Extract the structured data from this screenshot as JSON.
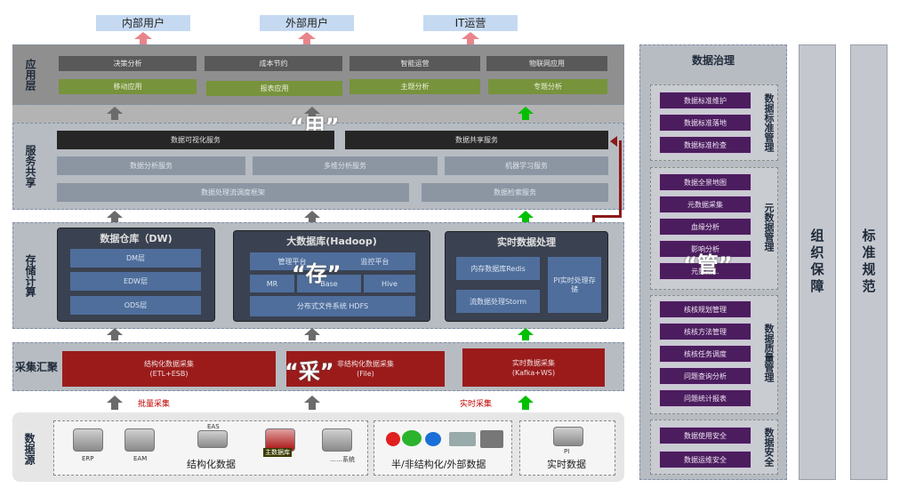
{
  "consumers": [
    "内部用户",
    "外部用户",
    "IT运营"
  ],
  "app_layer": {
    "label": "应用层",
    "row1": [
      "决策分析",
      "成本节约",
      "智能运营",
      "物联网应用"
    ],
    "row2": [
      "移动应用",
      "报表应用",
      "主题分析",
      "专题分析"
    ]
  },
  "service_layer": {
    "label": "服务共享",
    "dark": [
      "数据可视化服务",
      "数据共享服务"
    ],
    "row2": [
      "数据分析服务",
      "多维分析服务",
      "机器学习服务"
    ],
    "row3": [
      "数据处理流调度框架",
      "数据检索服务"
    ]
  },
  "storage_layer": {
    "label": "存储计算",
    "dw": {
      "title": "数据仓库（DW)",
      "items": [
        "DM层",
        "EDW层",
        "ODS层"
      ]
    },
    "hadoop": {
      "title": "大数据库(Hadoop)",
      "row1": [
        "管理平台",
        "监控平台"
      ],
      "row2": [
        "MR",
        "Base",
        "Hive"
      ],
      "row3": "分布式文件系统 HDFS"
    },
    "realtime": {
      "title": "实时数据处理",
      "items": [
        "内存数据库Redis",
        "流数据处理Storm"
      ],
      "side": "PI实时处理存储"
    }
  },
  "collect_layer": {
    "label": "采集汇聚",
    "boxes": [
      "结构化数据采集\n(ETL+ESB)",
      "非结构化数据采集\n(File)",
      "实时数据采集\n(Kafka+WS)"
    ],
    "batch": "批量采集",
    "realtime": "实时采集"
  },
  "source_layer": {
    "label": "数据源",
    "structured": [
      "ERP",
      "EAM",
      "EAS",
      "主数据库",
      "……系统"
    ],
    "structured_label": "结构化数据",
    "semi_label": "半/非结构化/外部数据",
    "pi": "PI",
    "pi_label": "实时数据"
  },
  "quotes": {
    "use": "“用”",
    "store": "“存”",
    "collect": "“采”",
    "manage": "“管”"
  },
  "governance": {
    "title": "数据治理",
    "groups": [
      {
        "name": "数据标准管理",
        "items": [
          "数据标准维护",
          "数据标准落地",
          "数据标准检查"
        ]
      },
      {
        "name": "元数据管理",
        "items": [
          "数据全景地图",
          "元数据采集",
          "血缘分析",
          "影响分析",
          "元数据..."
        ]
      },
      {
        "name": "数据质量管理",
        "items": [
          "核核规划管理",
          "核核方法管理",
          "核核任务调度",
          "问题查询分析",
          "问题统计报表"
        ]
      },
      {
        "name": "数据安全",
        "items": [
          "数据使用安全",
          "数据运维安全"
        ]
      }
    ]
  },
  "org": "组织保障",
  "std": "标准规范",
  "colors": {
    "accent_red": "#9b1b1b",
    "green": "#77933c",
    "purple": "#4b1d5e",
    "blue": "#4f6e9c"
  }
}
